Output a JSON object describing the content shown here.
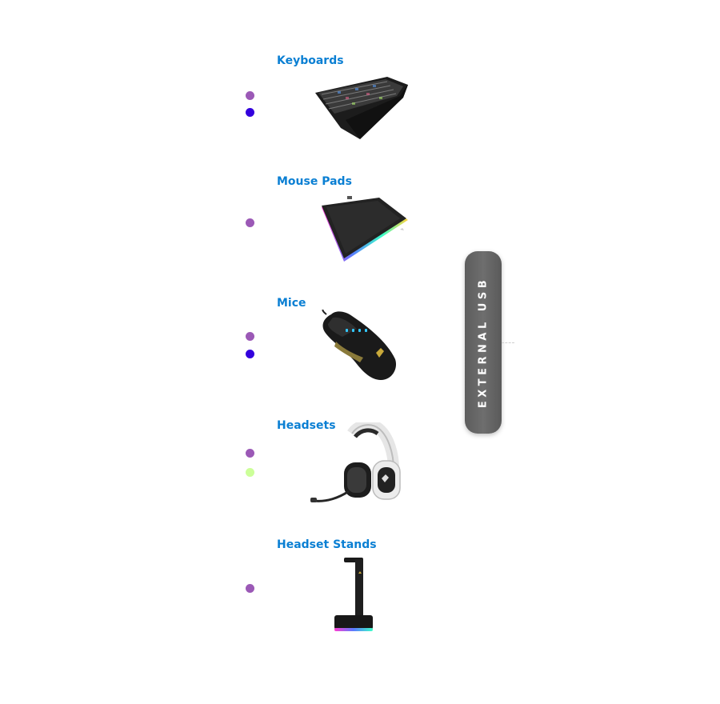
{
  "categories": [
    {
      "id": "keyboards",
      "label": "Keyboards",
      "dots": [
        "#9b59b6",
        "#3300dd"
      ]
    },
    {
      "id": "mouse-pads",
      "label": "Mouse Pads",
      "dots": [
        "#9b59b6"
      ]
    },
    {
      "id": "mice",
      "label": "Mice",
      "dots": [
        "#9b59b6",
        "#3300dd"
      ]
    },
    {
      "id": "headsets",
      "label": "Headsets",
      "dots": [
        "#9b59b6",
        "#ccff99"
      ]
    },
    {
      "id": "headset-stands",
      "label": "Headset Stands",
      "dots": [
        "#9b59b6"
      ]
    }
  ],
  "connection": {
    "label": "EXTERNAL USB",
    "color": "#666666"
  },
  "colors": {
    "title": "#0a7fd3",
    "dot_purple": "#9b59b6",
    "dot_blue": "#3300dd",
    "dot_green": "#ccff99"
  },
  "icons": [
    "keyboard-icon",
    "mouse-pad-icon",
    "mouse-icon",
    "headset-icon",
    "headset-stand-icon"
  ]
}
